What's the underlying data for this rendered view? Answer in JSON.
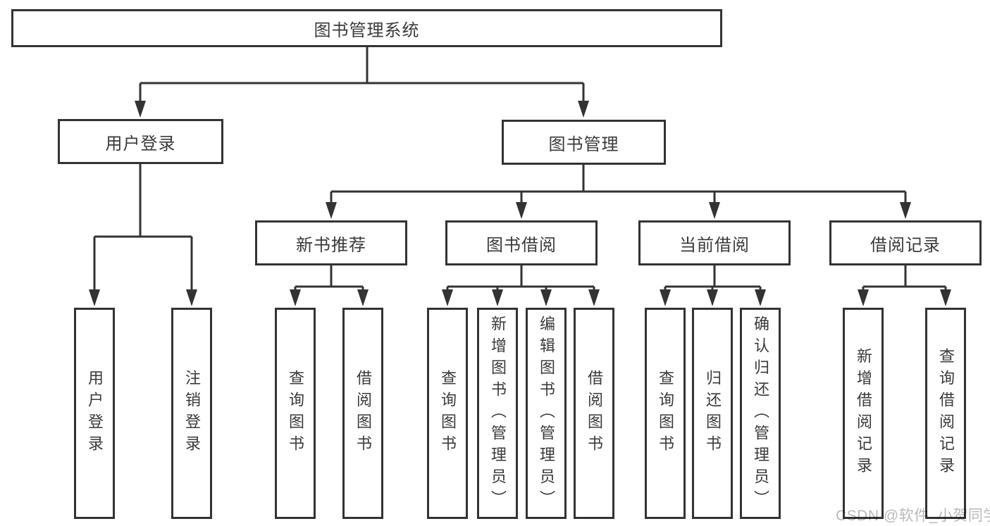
{
  "diagram_title": "图书管理系统",
  "nodes": {
    "root": "图书管理系统",
    "user_login": "用户登录",
    "book_management": "图书管理",
    "new_book_recommend": "新书推荐",
    "book_borrowing": "图书借阅",
    "current_borrowing": "当前借阅",
    "borrowing_records": "借阅记录"
  },
  "leaves": [
    "用户登录",
    "注销登录",
    "查询图书",
    "借阅图书",
    "查询图书",
    "新增图书（管理员）",
    "编辑图书（管理员）",
    "借阅图书",
    "查询图书",
    "归还图书",
    "确认归还（管理员）",
    "新增借阅记录",
    "查询借阅记录"
  ],
  "watermark": "CSDN @软件_小贺同学",
  "colors": {
    "line": "#333333",
    "box_fill": "#ffffff",
    "text": "#3a3a3a",
    "watermark": "#b9b9b9",
    "background": "#ffffff"
  }
}
